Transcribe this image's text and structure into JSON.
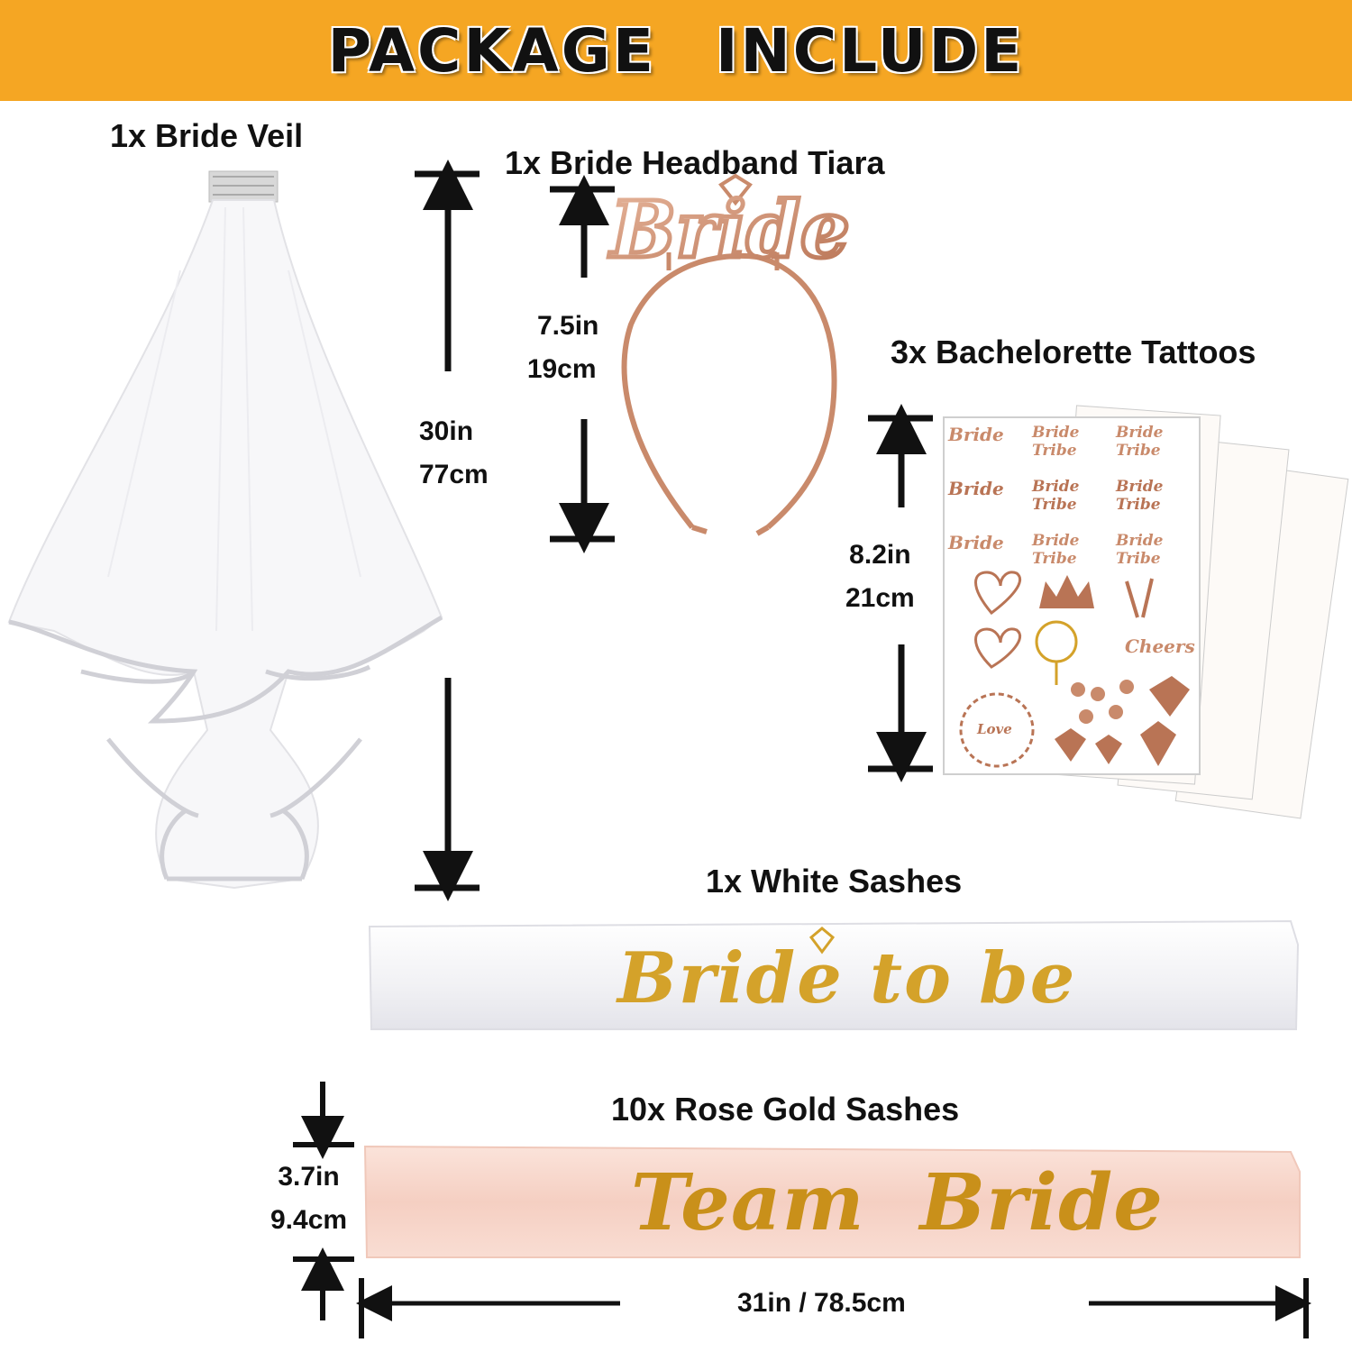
{
  "header": {
    "title": "PACKAGE INCLUDE"
  },
  "items": {
    "veil": {
      "label": "1x Bride Veil",
      "dim_in": "30in",
      "dim_cm": "77cm"
    },
    "tiara": {
      "label": "1x Bride Headband Tiara",
      "dim_in": "7.5in",
      "dim_cm": "19cm",
      "text": "Bride"
    },
    "tattoos": {
      "label": "3x Bachelorette Tattoos",
      "dim_in": "8.2in",
      "dim_cm": "21cm",
      "tattoo_words": [
        "Bride",
        "Bride Tribe",
        "Bride Tribe",
        "Bride",
        "Bride Tribe",
        "Bride Tribe",
        "Bride",
        "Bride Tribe",
        "Bride Tribe"
      ],
      "cheers": "Cheers",
      "love": "Love"
    },
    "white_sash": {
      "label": "1x White Sashes",
      "text": "Bride to be"
    },
    "rose_sash": {
      "label": "10x Rose Gold Sashes",
      "text": "Team Bride",
      "dim_in": "3.7in",
      "dim_cm": "9.4cm",
      "length": "31in / 78.5cm"
    }
  },
  "colors": {
    "banner": "#f5a623",
    "rose_gold": "#c98a6b",
    "gold": "#d4a22a",
    "sash_pink": "#f7d6cb"
  }
}
